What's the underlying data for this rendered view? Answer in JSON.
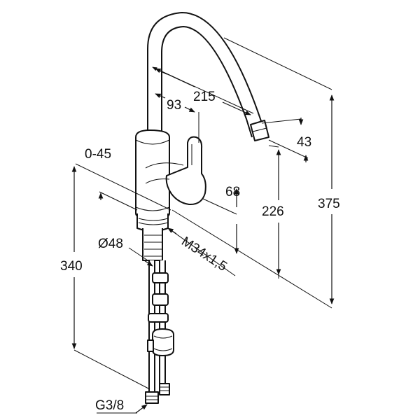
{
  "diagram": {
    "dimensions": {
      "outreach": "215",
      "lever_offset": "93",
      "swivel_angle": "0-45",
      "spout_drop": "43",
      "total_height": "375",
      "lever_height": "68",
      "spout_clearance": "226",
      "base_diameter": "Ø48",
      "thread": "M34x1,5",
      "hose_length": "340",
      "connection": "G3/8"
    },
    "colors": {
      "line": "#111111",
      "background": "#ffffff"
    }
  }
}
